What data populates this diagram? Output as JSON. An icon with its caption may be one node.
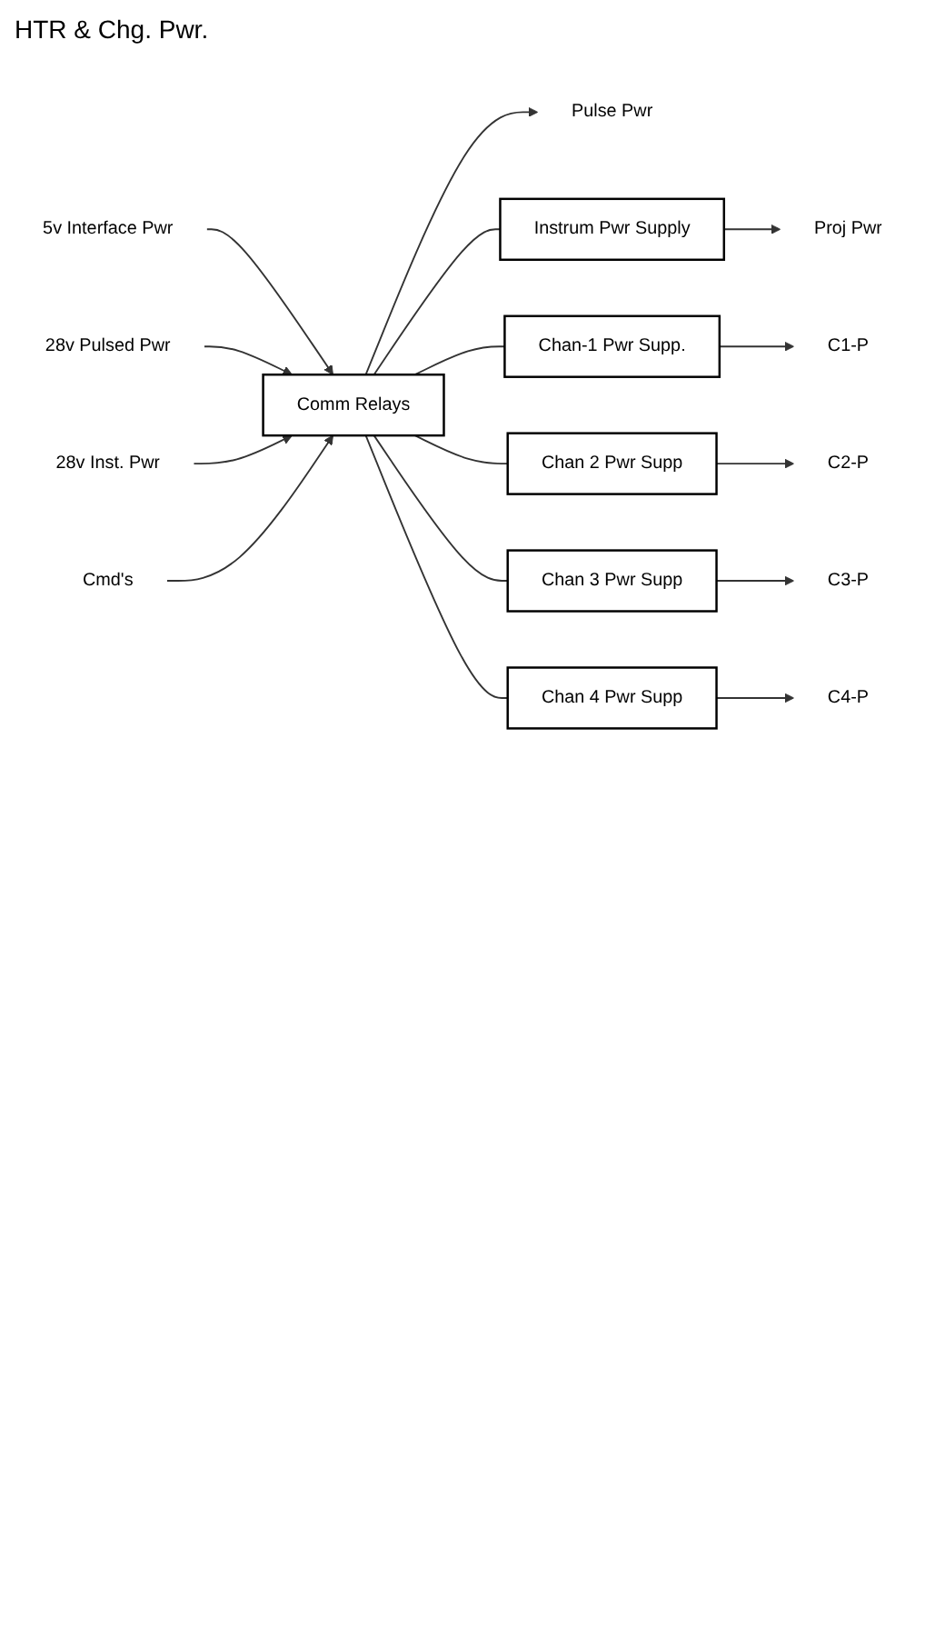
{
  "diagram": {
    "nodes": [
      {
        "text": [
          "5v Interface Pwr"
        ]
      },
      {
        "text": [
          "28v Pulsed Pwr"
        ]
      },
      {
        "text": [
          "28v Inst. Pwr"
        ]
      },
      {
        "text": [
          "Cmd's"
        ]
      },
      {
        "text": [
          "Comm Relays"
        ]
      },
      {
        "text": [
          "Pulse Pwr"
        ]
      },
      {
        "text": [
          "Instrum Pwr Supply"
        ]
      },
      {
        "text": [
          "Proj Pwr"
        ]
      },
      {
        "text": [
          "Chan-1 Pwr Supp."
        ]
      },
      {
        "text": [
          "C1-P"
        ]
      },
      {
        "text": [
          "Chan 2 Pwr Supp"
        ]
      },
      {
        "text": [
          "C2-P"
        ]
      },
      {
        "text": [
          "Chan 3 Pwr Supp"
        ]
      },
      {
        "text": [
          "C3-P"
        ]
      },
      {
        "text": [
          "Chan 4 Pwr Supp"
        ]
      },
      {
        "text": [
          "C4-P"
        ]
      }
    ],
    "edges": [
      {
        "from": 0,
        "to": 4,
        "arrow": "to"
      },
      {
        "from": 1,
        "to": 4,
        "arrow": "to"
      },
      {
        "from": 2,
        "to": 4,
        "arrow": "to"
      },
      {
        "from": 3,
        "to": 4,
        "arrow": "to"
      },
      {
        "from": 4,
        "to": 5,
        "arrow": "to"
      },
      {
        "from": 4,
        "to": 6,
        "arrow": "none"
      },
      {
        "from": 4,
        "to": 8,
        "arrow": "none"
      },
      {
        "from": 4,
        "to": 10,
        "arrow": "none"
      },
      {
        "from": 4,
        "to": 12,
        "arrow": "none"
      },
      {
        "from": 4,
        "to": 14,
        "arrow": "none"
      },
      {
        "from": 6,
        "to": 7,
        "arrow": "to"
      },
      {
        "from": 8,
        "to": 9,
        "arrow": "to"
      },
      {
        "from": 10,
        "to": 11,
        "arrow": "to"
      },
      {
        "from": 12,
        "to": 13,
        "arrow": "to"
      },
      {
        "from": 14,
        "to": 15,
        "arrow": "to"
      }
    ],
    "labels": [
      "HTR & Chg. Pwr."
    ]
  }
}
